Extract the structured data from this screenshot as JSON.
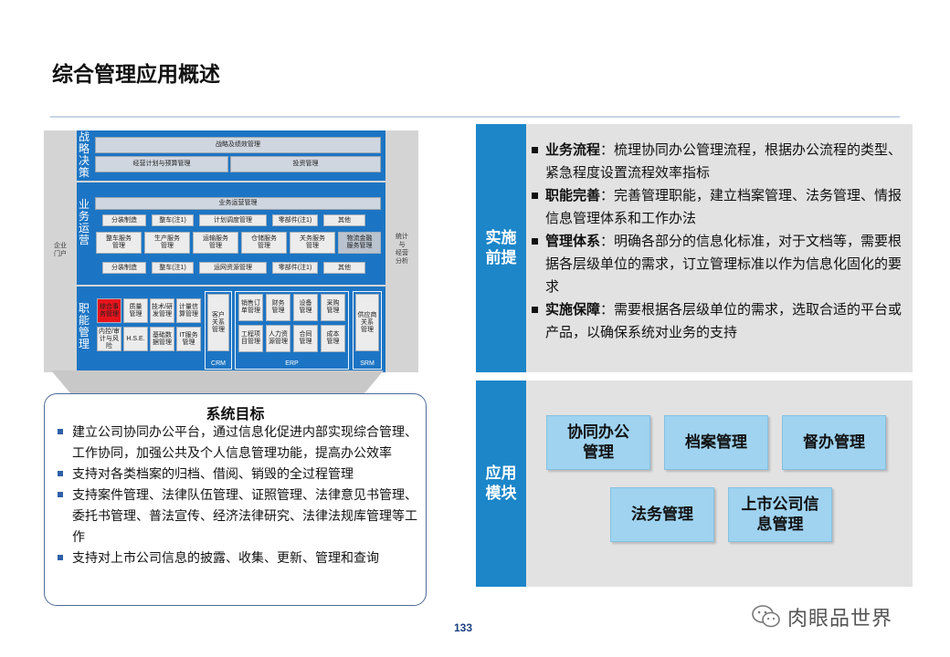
{
  "title": "综合管理应用概述",
  "page_number": "133",
  "watermark": "肉眼品世界",
  "arch": {
    "left_side": "企业\n门户",
    "right_side": "统计\n与\n经营\n分析",
    "layer1": {
      "label": "战\n略\n决\n策",
      "bar": "战略及绩效管理",
      "sub": [
        "经营计划与预算管理",
        "投资管理"
      ]
    },
    "layer2": {
      "label": "业\n务\n运\n营",
      "bar": "业务运营管理",
      "row1": [
        "分装制造",
        "整车(注1)",
        "计划调度管理",
        "零部件(注1)",
        "其他"
      ],
      "row2": [
        "整车服务\n管理",
        "生产服务\n管理",
        "运输服务\n管理",
        "仓储服务\n管理",
        "关务服务\n管理",
        "物流金融\n服务管理"
      ],
      "row3": [
        "分装制造",
        "整车(注1)",
        "运网资源管理",
        "零部件(注1)",
        "其他"
      ]
    },
    "layer3": {
      "label": "职\n能\n管\n理",
      "cells": [
        "综合事\n务管理",
        "质量\n管理",
        "技术/研\n发管理",
        "计量信\n算管理",
        "内控/审\n计与风险",
        "H.S.E.",
        "基础数\n据管理",
        "IT服务\n管理"
      ],
      "crm_cell": "客户\n关系\n管理",
      "erp_cells": [
        "销售订\n单管理",
        "财务\n管理",
        "设备\n管理",
        "采购\n管理",
        "工程项\n目管理",
        "人力资\n源管理",
        "合同\n管理",
        "成本\n管理"
      ],
      "srm_cell": "供应商\n关系\n管理",
      "group_caps": [
        "CRM",
        "ERP",
        "SRM"
      ]
    }
  },
  "goal": {
    "title": "系统目标",
    "items": [
      "建立公司协同办公平台，通过信息化促进内部实现综合管理、工作协同，加强公共及个人信息管理功能，提高办公效率",
      "支持对各类档案的归档、借阅、销毁的全过程管理",
      "支持案件管理、法律队伍管理、证照管理、法律意见书管理、委托书管理、普法宣传、经济法律研究、法律法规库管理等工作",
      "支持对上市公司信息的披露、收集、更新、管理和查询"
    ]
  },
  "prerequisites": {
    "label": "实施\n前提",
    "items": [
      {
        "head": "业务流程",
        "text": "：梳理协同办公管理流程，根据办公流程的类型、紧急程度设置流程效率指标"
      },
      {
        "head": "职能完善",
        "text": "：完善管理职能，建立档案管理、法务管理、情报信息管理体系和工作办法"
      },
      {
        "head": "管理体系",
        "text": "：明确各部分的信息化标准，对于文档等，需要根据各层级单位的需求，订立管理标准以作为信息化固化的要求"
      },
      {
        "head": "实施保障",
        "text": "：需要根据各层级单位的需求，选取合适的平台或产品，以确保系统对业务的支持"
      }
    ]
  },
  "modules": {
    "label": "应用\n模块",
    "items": [
      "协同办公\n管理",
      "档案管理",
      "督办管理",
      "法务管理",
      "上市公司信\n息管理"
    ]
  },
  "colors": {
    "accent": "#1c86c9",
    "arch_blue": "#1c75c4",
    "module_fill": "#9fd3f0",
    "highlight_red": "#e8141c"
  }
}
